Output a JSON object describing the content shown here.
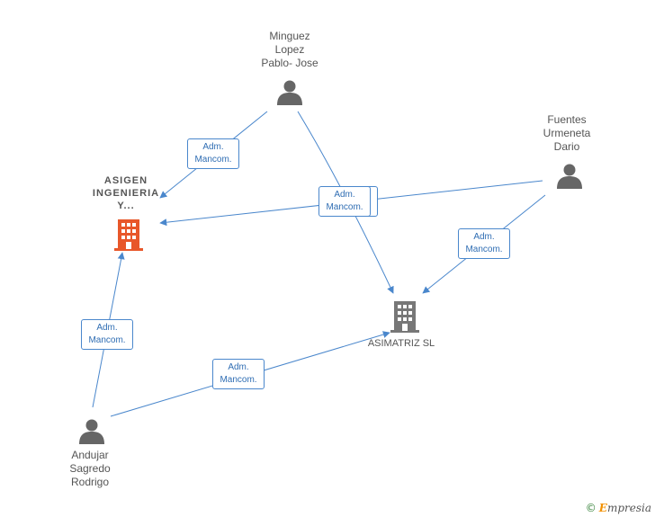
{
  "nodes": {
    "minguez": {
      "lines": [
        "Minguez",
        "Lopez",
        "Pablo- Jose"
      ]
    },
    "fuentes": {
      "lines": [
        "Fuentes",
        "Urmeneta",
        "Dario"
      ]
    },
    "andujar": {
      "lines": [
        "Andujar",
        "Sagredo",
        "Rodrigo"
      ]
    },
    "asigen": {
      "lines": [
        "ASIGEN",
        "INGENIERIA",
        "Y..."
      ]
    },
    "asimatriz": {
      "label": "ASIMATRIZ  SL"
    }
  },
  "edge_label": {
    "line1": "Adm.",
    "line2": "Mancom."
  },
  "colors": {
    "edge": "#4a87cc",
    "person": "#666666",
    "company_main": "#e8572a",
    "company_other": "#777777"
  },
  "icons": {
    "person": "person-icon",
    "company": "building-icon"
  },
  "footer": {
    "copyright": "©",
    "brand_first": "E",
    "brand_rest": "mpresia"
  }
}
